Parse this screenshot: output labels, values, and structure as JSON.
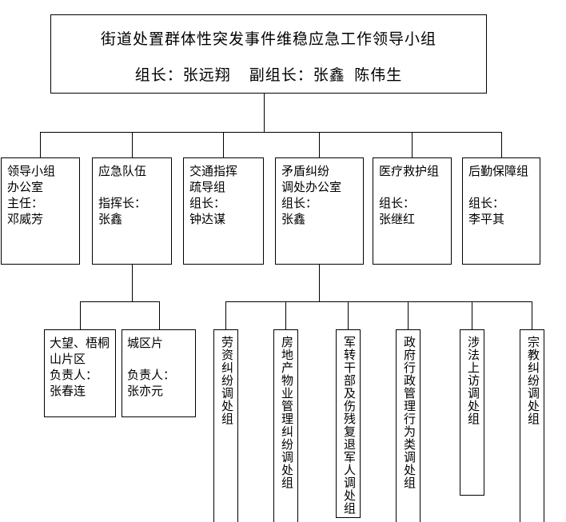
{
  "page": {
    "background_color": "#ffffff",
    "line_color": "#000000",
    "text_color": "#000000"
  },
  "header_box": {
    "title": "街道处置群体性突发事件维稳应急工作领导小组",
    "leaders": "组长：张远翔    副组长：张鑫  陈伟生"
  },
  "level2_boxes": [
    {
      "id": "leading-group-office",
      "lines": [
        "领导小组",
        "办公室",
        "主任：",
        "邓威芳"
      ]
    },
    {
      "id": "emergency-team",
      "lines": [
        "应急队伍",
        "",
        "指挥长：",
        "张鑫"
      ]
    },
    {
      "id": "traffic-guide-group",
      "lines": [
        "交通指挥",
        "疏导组",
        "组长：",
        "钟达谋"
      ]
    },
    {
      "id": "dispute-office",
      "lines": [
        "矛盾纠纷",
        "调处办公室",
        "组长：",
        "张鑫"
      ]
    },
    {
      "id": "medical-rescue-group",
      "lines": [
        "医疗救护组",
        "",
        "组长：",
        "张继红"
      ]
    },
    {
      "id": "logistics-group",
      "lines": [
        "后勤保障组",
        "",
        "组长：",
        "李平其"
      ]
    }
  ],
  "emergency_sub_boxes": [
    {
      "id": "dawang-wutongshan-area",
      "lines": [
        "大望、梧桐",
        "山片区",
        "负责人：",
        "张春连"
      ]
    },
    {
      "id": "urban-area",
      "lines": [
        "城区片",
        "",
        "负责人：",
        "张亦元"
      ]
    }
  ],
  "mediation_sub_boxes": [
    {
      "id": "labor-dispute-group",
      "text": "劳资纠纷调处组"
    },
    {
      "id": "real-estate-group",
      "text": "房地产物业管理纠纷调处组"
    },
    {
      "id": "veterans-group",
      "text": "军转干部及伤残复退军人调处组"
    },
    {
      "id": "gov-admin-behavior-group",
      "text": "政府行政管理行为类调处组"
    },
    {
      "id": "legal-petition-group",
      "text": "涉法上访调处组"
    },
    {
      "id": "religious-dispute-group",
      "text": "宗教纠纷调处组"
    }
  ]
}
